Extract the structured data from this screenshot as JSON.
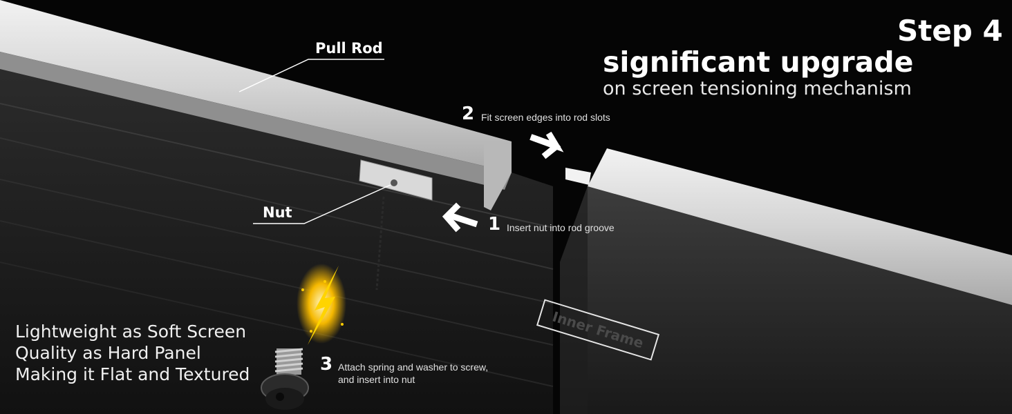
{
  "step_label": "Step 4",
  "headline": "significant upgrade",
  "subheadline": "on screen tensioning mechanism",
  "callouts": {
    "pull_rod": "Pull Rod",
    "nut": "Nut",
    "inner_frame": "Inner Frame"
  },
  "instructions": [
    {
      "number": "1",
      "text": "Insert nut into rod groove"
    },
    {
      "number": "2",
      "text": "Fit screen edges into rod slots"
    },
    {
      "number": "3",
      "text_line1": "Attach spring and washer to screw,",
      "text_line2": "and insert into nut"
    }
  ],
  "features": [
    "Lightweight as Soft Screen",
    "Quality as Hard Panel",
    "Making it Flat and Textured"
  ],
  "colors": {
    "background": "#050505",
    "text": "#ffffff",
    "rod": "#cfcfcf",
    "frame": "#2a2a2a",
    "spark": "#f5b800"
  },
  "icons": [
    "arrow-icon",
    "spark-icon",
    "screw-icon",
    "nut-icon"
  ]
}
